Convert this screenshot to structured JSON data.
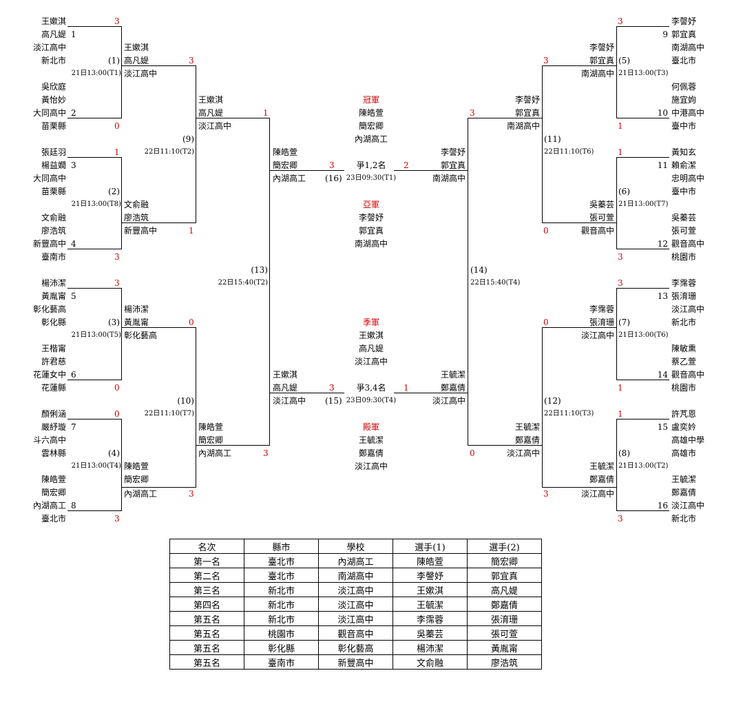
{
  "left": [
    {
      "seed": "1",
      "names": [
        "王嫰淇",
        "高凡媞",
        "淡江高中",
        "新北市"
      ],
      "score": "3"
    },
    {
      "seed": "2",
      "names": [
        "吳欣庭",
        "黃怡妙",
        "大同高中",
        "苗栗縣"
      ],
      "score": "0"
    },
    {
      "seed": "3",
      "names": [
        "張廷羽",
        "楊益嫺",
        "大同高中",
        "苗栗縣"
      ],
      "score": "1"
    },
    {
      "seed": "4",
      "names": [
        "文俞融",
        "廖浩筑",
        "新豐高中",
        "臺南市"
      ],
      "score": "3"
    },
    {
      "seed": "5",
      "names": [
        "楊沛潔",
        "黃胤甯",
        "彰化藝高",
        "彰化縣"
      ],
      "score": "3"
    },
    {
      "seed": "6",
      "names": [
        "王楷甯",
        "許君慈",
        "花蓮女中",
        "花蓮縣"
      ],
      "score": "0"
    },
    {
      "seed": "7",
      "names": [
        "顏俐涵",
        "嚴紓璇",
        "斗六高中",
        "雲林縣"
      ],
      "score": "0"
    },
    {
      "seed": "8",
      "names": [
        "陳皓萱",
        "簡宏卿",
        "內湖高工",
        "臺北市"
      ],
      "score": "3"
    }
  ],
  "right": [
    {
      "seed": "9",
      "names": [
        "李謦妤",
        "郭宜真",
        "南湖高中",
        "臺北市"
      ],
      "score": "3"
    },
    {
      "seed": "10",
      "names": [
        "何佩蓉",
        "施宜姁",
        "中港高中",
        "臺中市"
      ],
      "score": "1"
    },
    {
      "seed": "11",
      "names": [
        "黃知玄",
        "賴俞潔",
        "忠明高中",
        "臺中市"
      ],
      "score": "1"
    },
    {
      "seed": "12",
      "names": [
        "吳蓁芸",
        "張可萱",
        "觀音高中",
        "桃園市"
      ],
      "score": "3"
    },
    {
      "seed": "13",
      "names": [
        "李霈蓉",
        "張淯珊",
        "淡江高中",
        "新北市"
      ],
      "score": "3"
    },
    {
      "seed": "14",
      "names": [
        "陳敏熏",
        "蔡乙萱",
        "觀音高中",
        "桃園市"
      ],
      "score": "1"
    },
    {
      "seed": "15",
      "names": [
        "許芃恩",
        "盧奕妗",
        "高雄中學",
        "高雄市"
      ],
      "score": "1"
    },
    {
      "seed": "16",
      "names": [
        "王毓潔",
        "鄭嘉倩",
        "淡江高中",
        "新北市"
      ],
      "score": "3"
    }
  ],
  "r1": {
    "m1": {
      "label": "(1)",
      "time": "21日13:00(T1)",
      "names": [
        "王嫰淇",
        "高凡媞",
        "淡江高中"
      ],
      "score": "3"
    },
    "m2": {
      "label": "(2)",
      "time": "21日13:00(T8)",
      "names": [
        "文俞融",
        "廖浩筑",
        "新豐高中"
      ],
      "score": "1"
    },
    "m3": {
      "label": "(3)",
      "time": "21日13:00(T5)",
      "names": [
        "楊沛潔",
        "黃胤甯",
        "彰化藝高"
      ],
      "score": "0"
    },
    "m4": {
      "label": "(4)",
      "time": "21日13:00(T4)",
      "names": [
        "陳皓萱",
        "簡宏卿",
        "內湖高工"
      ],
      "score": "3"
    },
    "m5": {
      "label": "(5)",
      "time": "21日13:00(T3)",
      "names": [
        "李謦妤",
        "郭宜真",
        "南湖高中"
      ],
      "score": "3"
    },
    "m6": {
      "label": "(6)",
      "time": "21日13:00(T7)",
      "names": [
        "吳蓁芸",
        "張可萱",
        "觀音高中"
      ],
      "score": "0"
    },
    "m7": {
      "label": "(7)",
      "time": "21日13:00(T6)",
      "names": [
        "李霈蓉",
        "張淯珊",
        "淡江高中"
      ],
      "score": "0"
    },
    "m8": {
      "label": "(8)",
      "time": "21日13:00(T2)",
      "names": [
        "王毓潔",
        "鄭嘉倩",
        "淡江高中"
      ],
      "score": "3"
    }
  },
  "r2": {
    "m9": {
      "label": "(9)",
      "time": "22日11:10(T2)",
      "names": [
        "王嫰淇",
        "高凡媞",
        "淡江高中"
      ],
      "score": "1"
    },
    "m10": {
      "label": "(10)",
      "time": "22日11:10(T7)",
      "names": [
        "陳皓萱",
        "簡宏卿",
        "內湖高工"
      ],
      "score": "3"
    },
    "m11": {
      "label": "(11)",
      "time": "22日11:10(T6)",
      "names": [
        "李謦妤",
        "郭宜真",
        "南湖高中"
      ],
      "score": "3"
    },
    "m12": {
      "label": "(12)",
      "time": "22日11:10(T3)",
      "names": [
        "王毓潔",
        "鄭嘉倩",
        "淡江高中"
      ],
      "score": "0"
    }
  },
  "r3": {
    "m13": {
      "label": "(13)",
      "time": "22日15:40(T2)"
    },
    "m14": {
      "label": "(14)",
      "time": "22日15:40(T4)"
    },
    "final_left": {
      "names": [
        "陳皓萱",
        "簡宏卿",
        "內湖高工"
      ],
      "score": "3"
    },
    "final_right": {
      "names": [
        "李謦妤",
        "郭宜真",
        "南湖高中"
      ],
      "score": "2"
    },
    "third_left": {
      "names": [
        "王嫰淇",
        "高凡媞",
        "淡江高中"
      ],
      "score": "3"
    },
    "third_right": {
      "names": [
        "王毓潔",
        "鄭嘉倩",
        "淡江高中"
      ],
      "score": "1"
    }
  },
  "final": {
    "label": "(16)",
    "title": "爭1,2名",
    "time": "23日09:30(T1)"
  },
  "third": {
    "label": "(15)",
    "title": "爭3,4名",
    "time": "23日09:30(T4)"
  },
  "awards": [
    {
      "title": "冠軍",
      "names": [
        "陳皓萱",
        "簡宏卿",
        "內湖高工"
      ]
    },
    {
      "title": "亞軍",
      "names": [
        "李謦妤",
        "郭宜真",
        "南湖高中"
      ]
    },
    {
      "title": "季軍",
      "names": [
        "王嫰淇",
        "高凡媞",
        "淡江高中"
      ]
    },
    {
      "title": "殿軍",
      "names": [
        "王毓潔",
        "鄭嘉倩",
        "淡江高中"
      ]
    }
  ],
  "results_table": {
    "headers": [
      "名次",
      "縣市",
      "學校",
      "選手(1)",
      "選手(2)"
    ],
    "rows": [
      [
        "第一名",
        "臺北市",
        "內湖高工",
        "陳皓萱",
        "簡宏卿"
      ],
      [
        "第二名",
        "臺北市",
        "南湖高中",
        "李謦妤",
        "郭宜真"
      ],
      [
        "第三名",
        "新北市",
        "淡江高中",
        "王嫰淇",
        "高凡媞"
      ],
      [
        "第四名",
        "新北市",
        "淡江高中",
        "王毓潔",
        "鄭嘉倩"
      ],
      [
        "第五名",
        "新北市",
        "淡江高中",
        "李霈蓉",
        "張淯珊"
      ],
      [
        "第五名",
        "桃園市",
        "觀音高中",
        "吳蓁芸",
        "張可萱"
      ],
      [
        "第五名",
        "彰化縣",
        "彰化藝高",
        "楊沛潔",
        "黃胤甯"
      ],
      [
        "第五名",
        "臺南市",
        "新豐高中",
        "文俞融",
        "廖浩筑"
      ]
    ]
  }
}
